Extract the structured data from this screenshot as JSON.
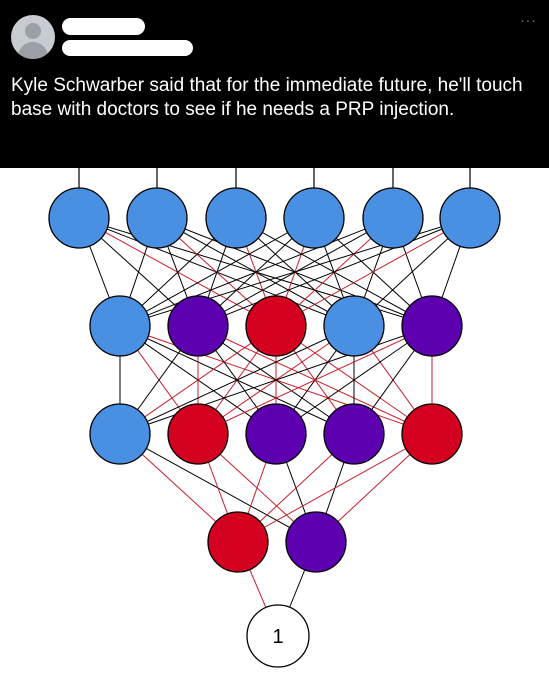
{
  "tweet": {
    "text": "Kyle Schwarber said that for the immediate future, he'll touch base with doctors to see if he needs a PRP injection.",
    "more_icon": "ellipsis-icon"
  },
  "network": {
    "output_label": "1",
    "colors": {
      "blue": "#4a90e2",
      "purple": "#5c00b0",
      "red": "#d40020",
      "edge_black": "#000000",
      "edge_red": "#c81e2b"
    },
    "layers": [
      [
        "blue",
        "blue",
        "blue",
        "blue",
        "blue",
        "blue"
      ],
      [
        "blue",
        "purple",
        "red",
        "blue",
        "purple"
      ],
      [
        "blue",
        "red",
        "purple",
        "purple",
        "red"
      ],
      [
        "red",
        "purple"
      ],
      [
        "white"
      ]
    ]
  }
}
